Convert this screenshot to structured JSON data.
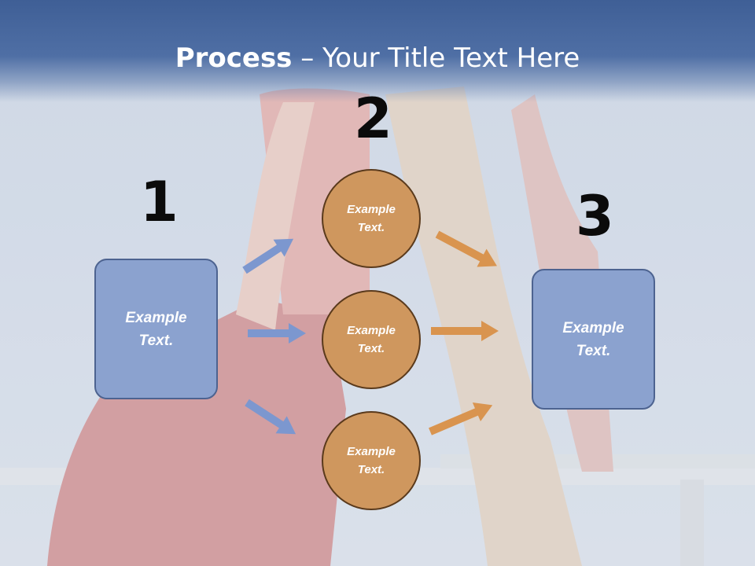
{
  "title": {
    "bold": "Process",
    "rest": " – Your Title Text Here"
  },
  "steps": [
    {
      "number": "1",
      "label": "Example Text."
    },
    {
      "number": "2",
      "label": "Example Text."
    },
    {
      "number": "3",
      "label": "Example Text."
    }
  ],
  "middle_circles": [
    {
      "label": "Example Text."
    },
    {
      "label": "Example Text."
    },
    {
      "label": "Example Text."
    }
  ],
  "colors": {
    "title_band": "#4f6fa5",
    "box_fill": "#8ba2cf",
    "circle_fill": "#cf975e",
    "blue_arrow": "#7c97cf",
    "orange_arrow": "#d9944f"
  }
}
